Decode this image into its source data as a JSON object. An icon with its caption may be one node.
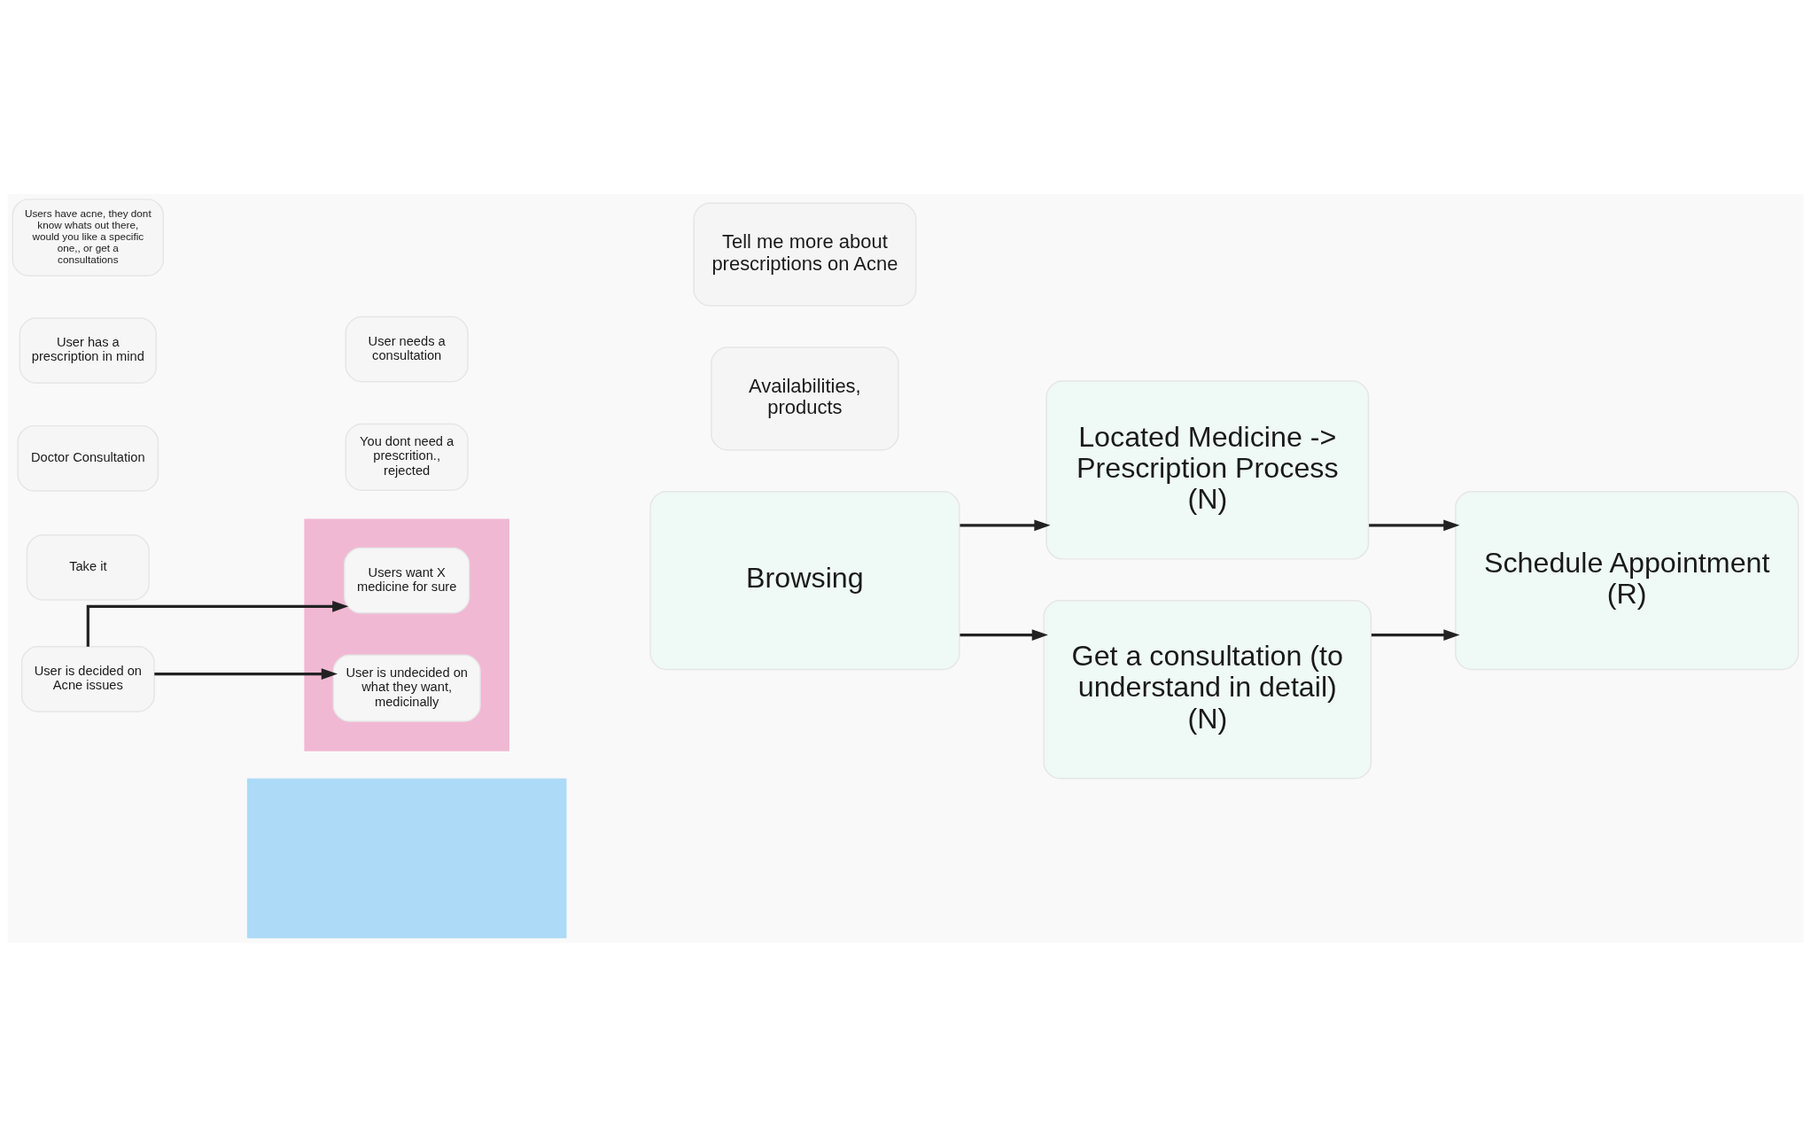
{
  "diagram": {
    "nodes": [
      {
        "text": [
          "Users have acne, they dont know whats out there, would you like a specific one,, or get a consultations"
        ]
      },
      {
        "text": [
          "User is decided on Acne issues"
        ]
      },
      {
        "text": [],
        "shape": "box"
      },
      {
        "text": [
          "Users want X medicine for sure"
        ],
        "in": 2
      },
      {
        "text": [
          "User is undecided on what they want, medicinally"
        ],
        "in": 2
      },
      {
        "text": [
          "Browsing"
        ]
      },
      {
        "text": [
          "Located Medicine -> Prescription Process (N)"
        ]
      },
      {
        "text": [
          "Get a consultation (to understand in detail) (N)"
        ]
      },
      {
        "text": [
          "Schedule Appointment (R)"
        ]
      },
      {
        "text": [],
        "shape": "box"
      },
      {
        "text": [
          "Tell me more about prescriptions on Acne"
        ]
      },
      {
        "text": [
          "Availabilities, products"
        ]
      },
      {
        "text": [
          "User has a prescription in mind"
        ]
      },
      {
        "text": [
          "User needs a consultation"
        ]
      },
      {
        "text": [
          "Doctor Consultation"
        ]
      },
      {
        "text": [
          "Take it"
        ]
      },
      {
        "text": [
          "You dont need a prescrition., rejected"
        ]
      }
    ],
    "edges": [
      {
        "from": 1,
        "to": 3,
        "arrow": "to"
      },
      {
        "from": 1,
        "to": 4,
        "arrow": "to"
      },
      {
        "from": 5,
        "to": 6,
        "arrow": "to"
      },
      {
        "from": 5,
        "to": 7,
        "arrow": "to"
      },
      {
        "from": 6,
        "to": 8,
        "arrow": "to"
      },
      {
        "from": 7,
        "to": 8,
        "arrow": "to"
      }
    ]
  }
}
